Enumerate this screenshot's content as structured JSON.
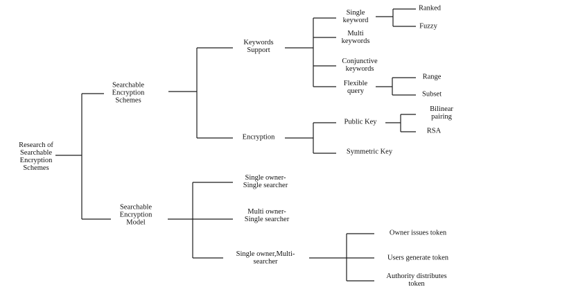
{
  "nodes": {
    "root": [
      "Research of",
      "Searchable",
      "Encryption",
      "Schemes"
    ],
    "schemes": [
      "Searchable",
      "Encryption",
      "Schemes"
    ],
    "model": [
      "Searchable",
      "Encryption",
      "Model"
    ],
    "keywords_support": [
      "Keywords",
      "Support"
    ],
    "encryption": [
      "Encryption"
    ],
    "single_keyword": [
      "Single",
      "keyword"
    ],
    "multi_keywords": [
      "Multi",
      "keywords"
    ],
    "conjunctive_keywords": [
      "Conjunctive",
      "keywords"
    ],
    "flexible_query": [
      "Flexible",
      "query"
    ],
    "ranked": [
      "Ranked"
    ],
    "fuzzy": [
      "Fuzzy"
    ],
    "range": [
      "Range"
    ],
    "subset": [
      "Subset"
    ],
    "public_key": [
      "Public Key"
    ],
    "symmetric_key": [
      "Symmetric Key"
    ],
    "bilinear_pairing": [
      "Bilinear",
      "pairing"
    ],
    "rsa": [
      "RSA"
    ],
    "sose": [
      "Single owner-",
      "Single searcher"
    ],
    "mose": [
      "Multi owner-",
      "Single searcher"
    ],
    "somse": [
      "Single owner,Multi-",
      "searcher"
    ],
    "owner_token": [
      "Owner issues token"
    ],
    "users_token": [
      "Users generate token"
    ],
    "authority_token": [
      "Authority distributes",
      "token"
    ]
  }
}
